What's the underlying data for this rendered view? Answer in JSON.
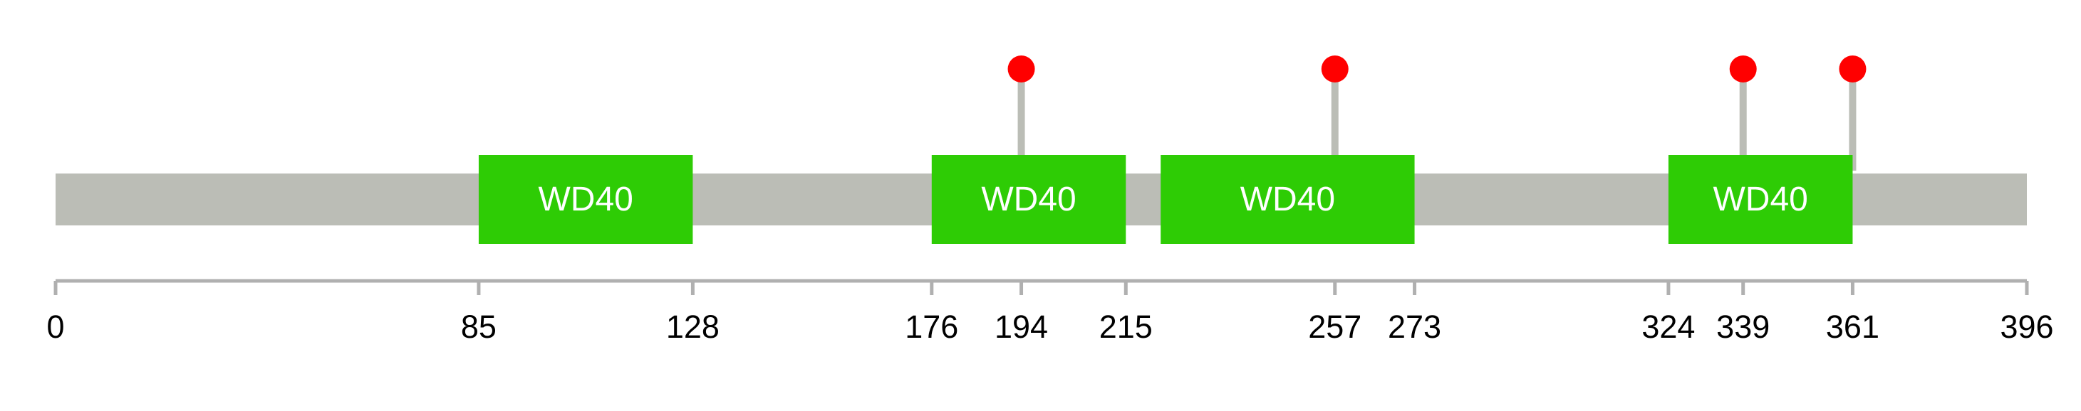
{
  "chart_data": {
    "type": "lollipop-domain",
    "protein_length": 396,
    "domains": [
      {
        "name": "WD40",
        "start": 85,
        "end": 128
      },
      {
        "name": "WD40",
        "start": 176,
        "end": 215
      },
      {
        "name": "WD40",
        "start": 222,
        "end": 273
      },
      {
        "name": "WD40",
        "start": 324,
        "end": 361
      }
    ],
    "mutations": [
      194,
      257,
      339,
      361
    ],
    "tick_labels": [
      "0",
      "85",
      "128",
      "176",
      "194",
      "215",
      "257",
      "273",
      "324",
      "339",
      "361",
      "396"
    ],
    "colors": {
      "backbone": "#bbbdb6",
      "domain": "#2ecc05",
      "domain_text": "#ffffff",
      "mutation": "#ff0000",
      "stem": "#bbbdb6",
      "axis": "#b0b0b0",
      "tick_text": "#000000"
    }
  }
}
